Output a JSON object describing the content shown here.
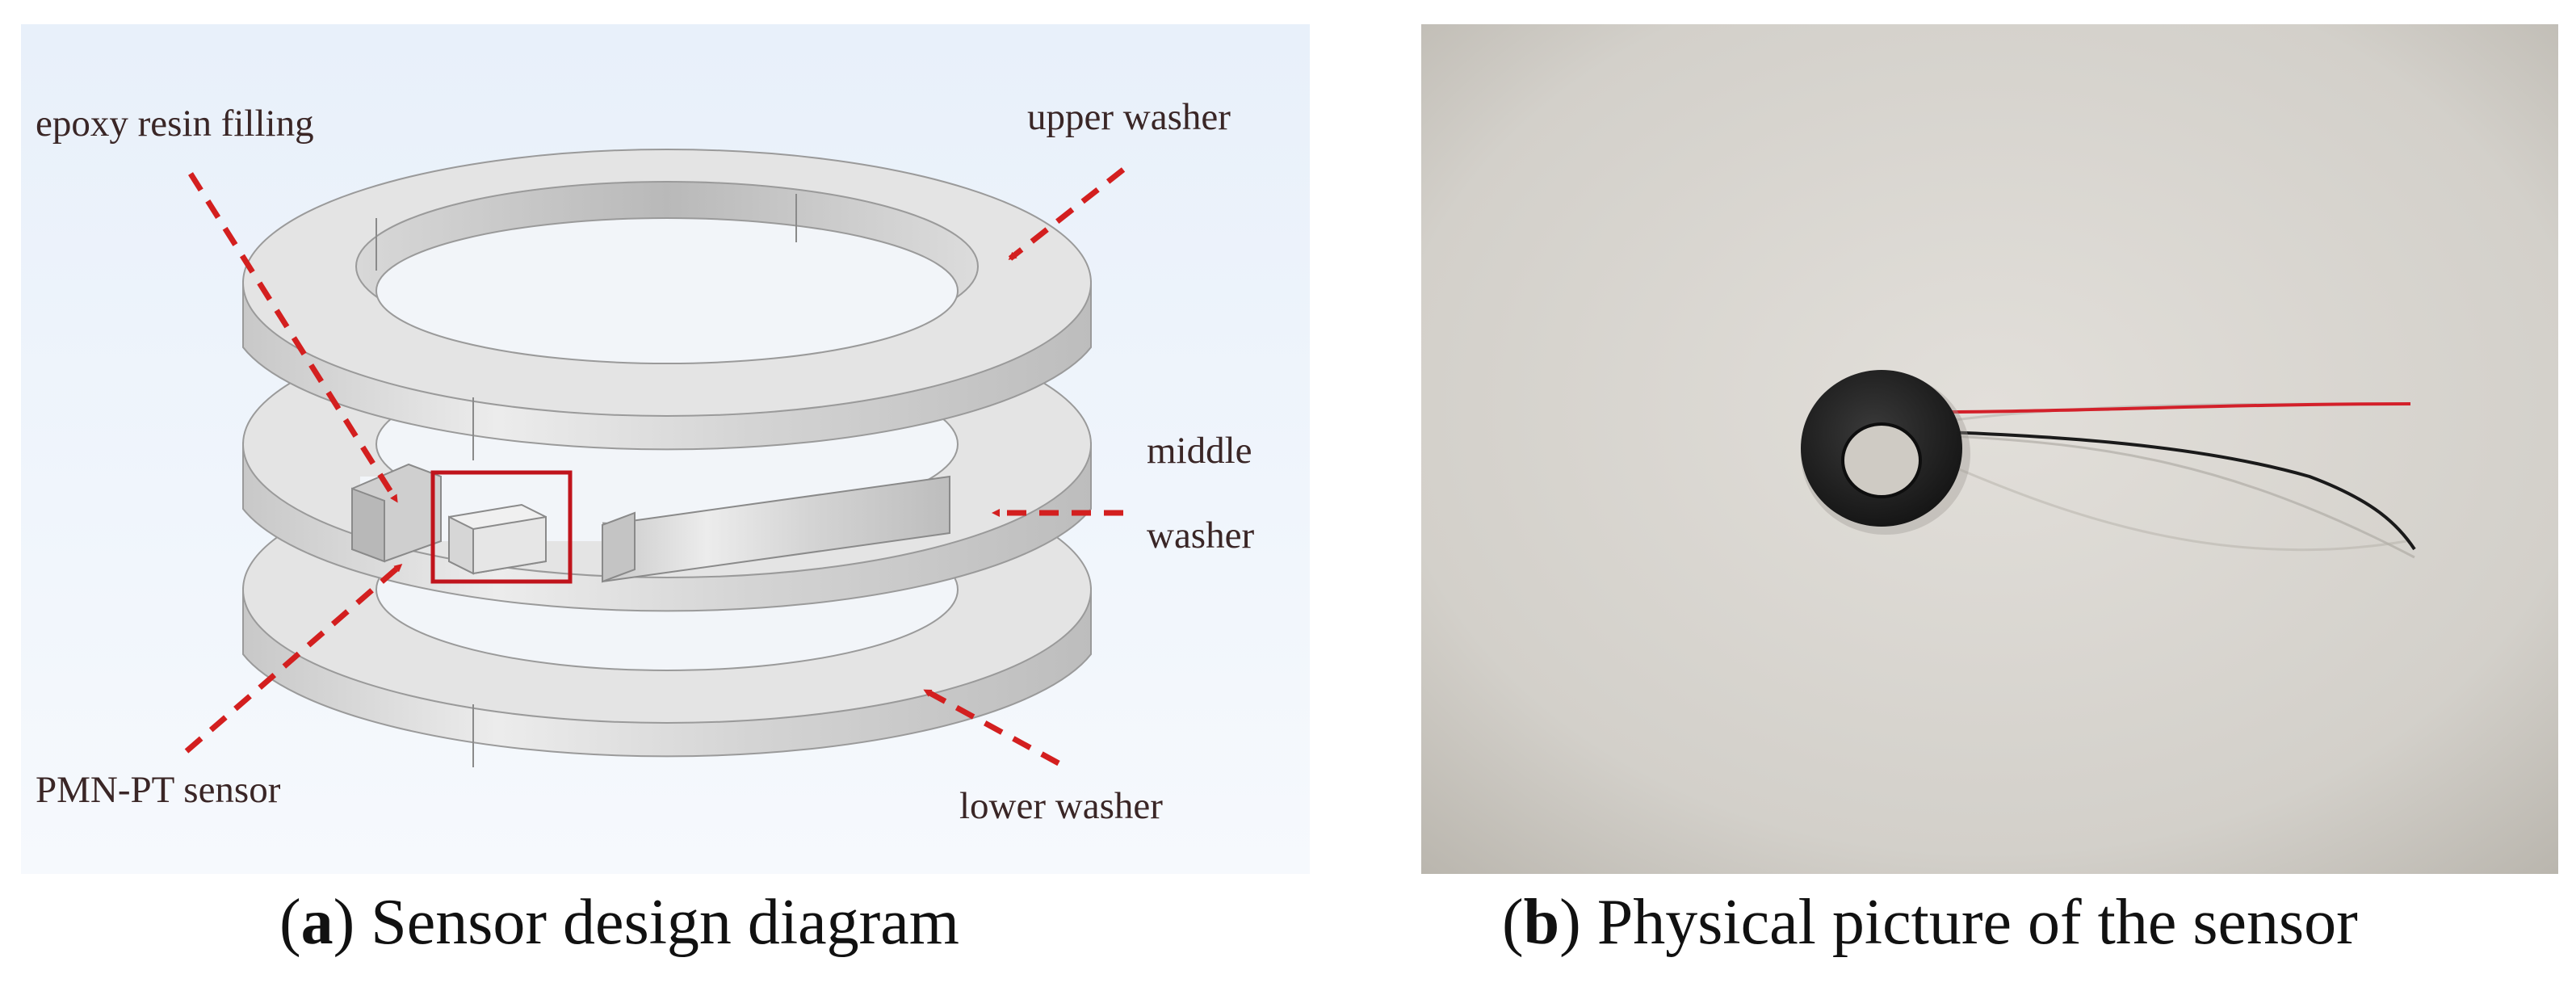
{
  "panel_a": {
    "labels": {
      "epoxy": "epoxy resin filling",
      "upper": "upper washer",
      "middle_1": "middle",
      "middle_2": "washer",
      "pmn": "PMN-PT sensor",
      "lower": "lower washer"
    },
    "caption": {
      "letter": "a",
      "text": "Sensor design diagram"
    }
  },
  "panel_b": {
    "caption": {
      "letter": "b",
      "text": "Physical picture of the sensor"
    }
  },
  "colors": {
    "diagram_bg": "#e6eef8",
    "washer": "#dcdcdc",
    "arrow": "#d31f1f",
    "photo_bg": "#d8d5cf"
  }
}
